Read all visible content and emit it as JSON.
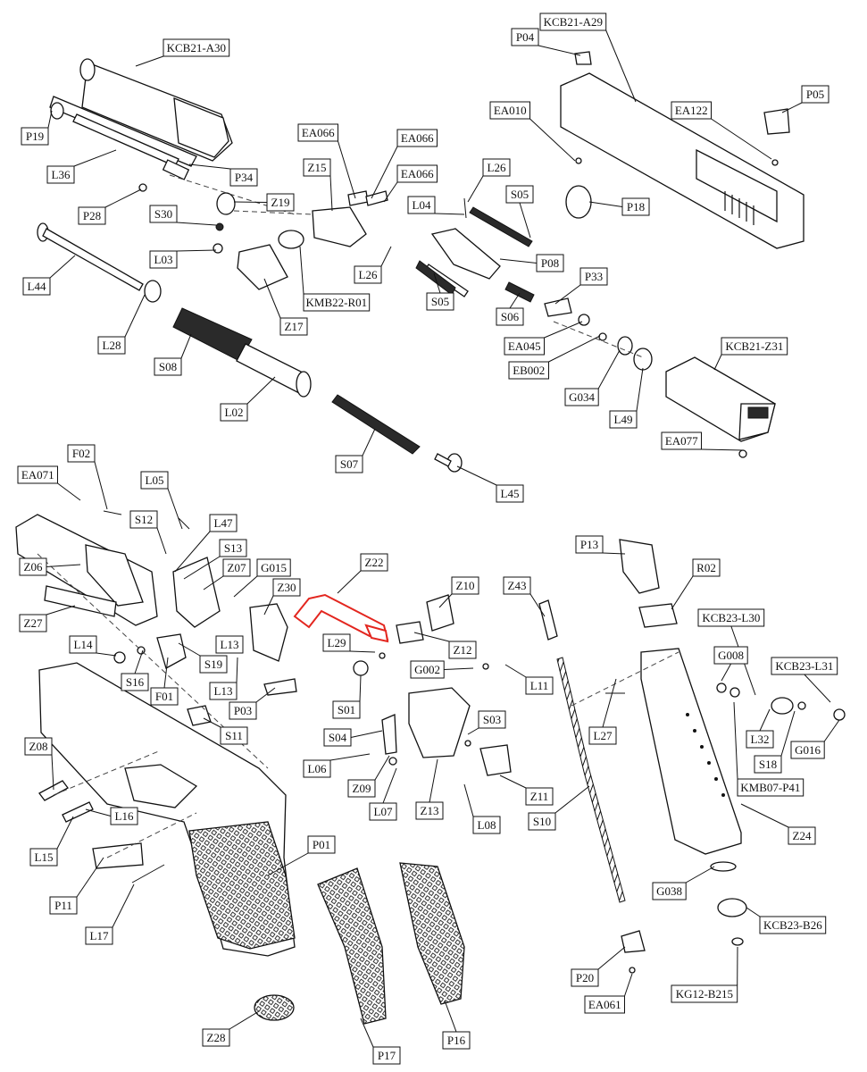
{
  "diagram": {
    "highlight_color": "#e3261f",
    "line_color": "#111111",
    "background": "#ffffff",
    "labels": [
      {
        "id": "KCB21-A30",
        "text": "KCB21-A30"
      },
      {
        "id": "P19",
        "text": "P19"
      },
      {
        "id": "L36",
        "text": "L36"
      },
      {
        "id": "P34",
        "text": "P34"
      },
      {
        "id": "P28",
        "text": "P28"
      },
      {
        "id": "Z19",
        "text": "Z19"
      },
      {
        "id": "S30",
        "text": "S30"
      },
      {
        "id": "L03",
        "text": "L03"
      },
      {
        "id": "L44",
        "text": "L44"
      },
      {
        "id": "L28",
        "text": "L28"
      },
      {
        "id": "S08",
        "text": "S08"
      },
      {
        "id": "L02",
        "text": "L02"
      },
      {
        "id": "S07",
        "text": "S07"
      },
      {
        "id": "L45",
        "text": "L45"
      },
      {
        "id": "EA066a",
        "text": "EA066"
      },
      {
        "id": "EA066b",
        "text": "EA066"
      },
      {
        "id": "EA066c",
        "text": "EA066"
      },
      {
        "id": "Z15",
        "text": "Z15"
      },
      {
        "id": "KMB22-R01",
        "text": "KMB22-R01"
      },
      {
        "id": "Z17",
        "text": "Z17"
      },
      {
        "id": "L26a",
        "text": "L26"
      },
      {
        "id": "L26b",
        "text": "L26"
      },
      {
        "id": "L04",
        "text": "L04"
      },
      {
        "id": "S05a",
        "text": "S05"
      },
      {
        "id": "S05b",
        "text": "S05"
      },
      {
        "id": "P08",
        "text": "P08"
      },
      {
        "id": "S06",
        "text": "S06"
      },
      {
        "id": "P33",
        "text": "P33"
      },
      {
        "id": "EA045",
        "text": "EA045"
      },
      {
        "id": "EB002",
        "text": "EB002"
      },
      {
        "id": "G034",
        "text": "G034"
      },
      {
        "id": "L49",
        "text": "L49"
      },
      {
        "id": "KCB21-Z31",
        "text": "KCB21-Z31"
      },
      {
        "id": "EA077",
        "text": "EA077"
      },
      {
        "id": "KCB21-A29",
        "text": "KCB21-A29"
      },
      {
        "id": "P04",
        "text": "P04"
      },
      {
        "id": "EA010",
        "text": "EA010"
      },
      {
        "id": "EA122",
        "text": "EA122"
      },
      {
        "id": "P05",
        "text": "P05"
      },
      {
        "id": "P18",
        "text": "P18"
      },
      {
        "id": "EA071",
        "text": "EA071"
      },
      {
        "id": "F02",
        "text": "F02"
      },
      {
        "id": "L05",
        "text": "L05"
      },
      {
        "id": "S12",
        "text": "S12"
      },
      {
        "id": "L47",
        "text": "L47"
      },
      {
        "id": "S13",
        "text": "S13"
      },
      {
        "id": "Z07",
        "text": "Z07"
      },
      {
        "id": "G015",
        "text": "G015"
      },
      {
        "id": "Z30",
        "text": "Z30"
      },
      {
        "id": "Z06",
        "text": "Z06"
      },
      {
        "id": "Z27",
        "text": "Z27"
      },
      {
        "id": "L14",
        "text": "L14"
      },
      {
        "id": "S16",
        "text": "S16"
      },
      {
        "id": "F01",
        "text": "F01"
      },
      {
        "id": "S19",
        "text": "S19"
      },
      {
        "id": "L13a",
        "text": "L13"
      },
      {
        "id": "L13b",
        "text": "L13"
      },
      {
        "id": "P03",
        "text": "P03"
      },
      {
        "id": "S11",
        "text": "S11"
      },
      {
        "id": "Z08",
        "text": "Z08"
      },
      {
        "id": "L16",
        "text": "L16"
      },
      {
        "id": "L15",
        "text": "L15"
      },
      {
        "id": "P11",
        "text": "P11"
      },
      {
        "id": "L17",
        "text": "L17"
      },
      {
        "id": "P01",
        "text": "P01"
      },
      {
        "id": "Z28",
        "text": "Z28"
      },
      {
        "id": "P17",
        "text": "P17"
      },
      {
        "id": "P16",
        "text": "P16"
      },
      {
        "id": "Z22",
        "text": "Z22"
      },
      {
        "id": "Z10",
        "text": "Z10"
      },
      {
        "id": "Z12",
        "text": "Z12"
      },
      {
        "id": "L29",
        "text": "L29"
      },
      {
        "id": "G002",
        "text": "G002"
      },
      {
        "id": "L11",
        "text": "L11"
      },
      {
        "id": "S01",
        "text": "S01"
      },
      {
        "id": "S03",
        "text": "S03"
      },
      {
        "id": "S04",
        "text": "S04"
      },
      {
        "id": "L06",
        "text": "L06"
      },
      {
        "id": "Z09",
        "text": "Z09"
      },
      {
        "id": "L07",
        "text": "L07"
      },
      {
        "id": "Z13",
        "text": "Z13"
      },
      {
        "id": "Z11",
        "text": "Z11"
      },
      {
        "id": "L08",
        "text": "L08"
      },
      {
        "id": "Z43",
        "text": "Z43"
      },
      {
        "id": "S10",
        "text": "S10"
      },
      {
        "id": "L27",
        "text": "L27"
      },
      {
        "id": "P13",
        "text": "P13"
      },
      {
        "id": "R02",
        "text": "R02"
      },
      {
        "id": "KCB23-L30",
        "text": "KCB23-L30"
      },
      {
        "id": "G008",
        "text": "G008"
      },
      {
        "id": "KCB23-L31",
        "text": "KCB23-L31"
      },
      {
        "id": "L32",
        "text": "L32"
      },
      {
        "id": "S18",
        "text": "S18"
      },
      {
        "id": "G016",
        "text": "G016"
      },
      {
        "id": "KMB07-P41",
        "text": "KMB07-P41"
      },
      {
        "id": "Z24",
        "text": "Z24"
      },
      {
        "id": "G038",
        "text": "G038"
      },
      {
        "id": "KCB23-B26",
        "text": "KCB23-B26"
      },
      {
        "id": "P20",
        "text": "P20"
      },
      {
        "id": "EA061",
        "text": "EA061"
      },
      {
        "id": "KG12-B215",
        "text": "KG12-B215"
      }
    ]
  }
}
